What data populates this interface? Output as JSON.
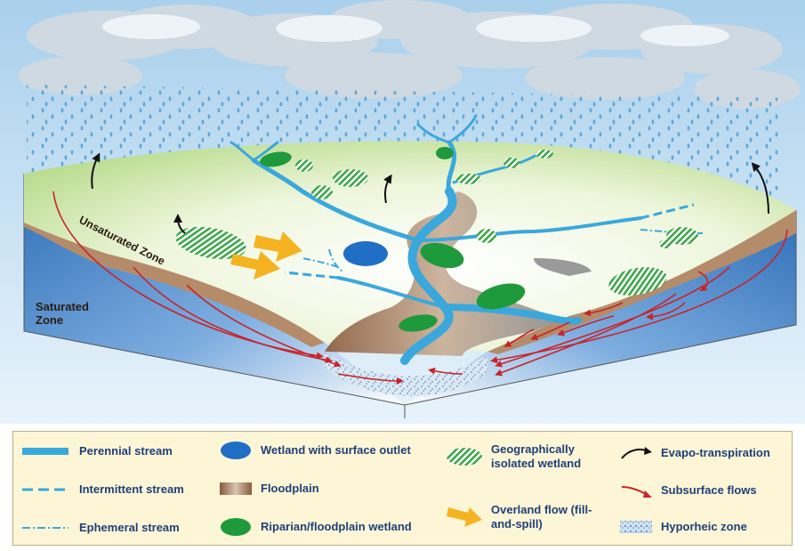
{
  "zones": {
    "saturated": "Saturated Zone",
    "unsaturated": "Unsaturated Zone"
  },
  "legend": {
    "perennial_stream": "Perennial stream",
    "intermittent_stream": "Intermittent stream",
    "ephemeral_stream": "Ephemeral stream",
    "wetland_surface_outlet": "Wetland with surface outlet",
    "floodplain": "Floodplain",
    "riparian_wetland": "Riparian/floodplain wetland",
    "isolated_wetland": "Geographically isolated wetland",
    "overland_flow": "Overland flow (fill-and-spill)",
    "evapotranspiration": "Evapo-transpiration",
    "subsurface_flows": "Subsurface flows",
    "hyporheic_zone": "Hyporheic zone"
  },
  "colors": {
    "stream": "#3aa8dc",
    "wetland_outlet": "#1f6fc6",
    "riparian": "#1e9a3c",
    "isolated": "#4caf50",
    "overland": "#f5b321",
    "subsurface": "#c8242a",
    "evapo": "#111111",
    "land": "#cfe6a8",
    "soil": "#a77d5e",
    "water_table": "#2a6cb3"
  }
}
